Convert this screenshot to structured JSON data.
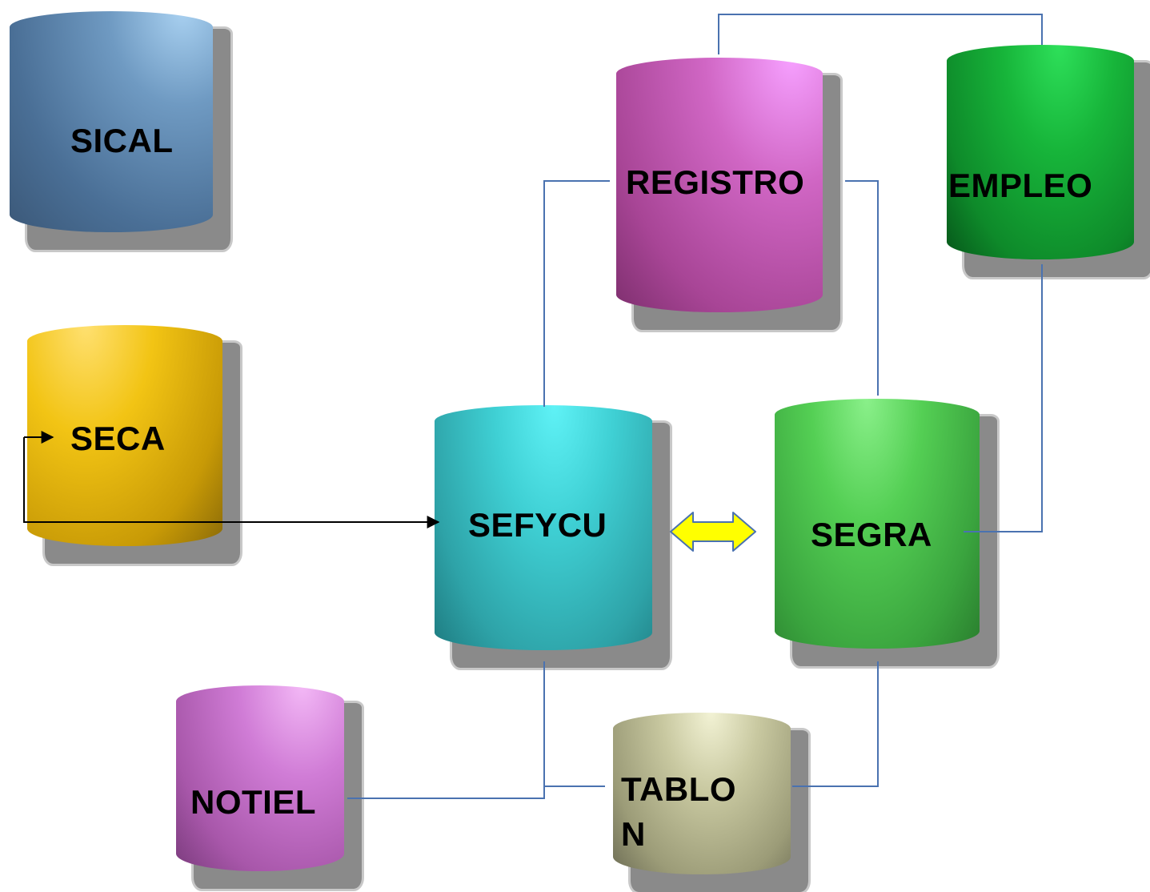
{
  "nodes": {
    "sical": {
      "label": "SICAL"
    },
    "seca": {
      "label": "SECA"
    },
    "registro": {
      "label": "REGISTRO"
    },
    "empleo": {
      "label": "EMPLEO"
    },
    "sefycu": {
      "label": "SEFYCU"
    },
    "segra": {
      "label": "SEGRA"
    },
    "notiel": {
      "label": "NOTIEL"
    },
    "tablon": {
      "label_line1": "TABLO",
      "label_line2": "N"
    }
  },
  "colors": {
    "connector": "#4a72b0",
    "arrow": "#000000",
    "double_arrow_fill": "#ffff00",
    "double_arrow_stroke": "#4a72b0"
  }
}
